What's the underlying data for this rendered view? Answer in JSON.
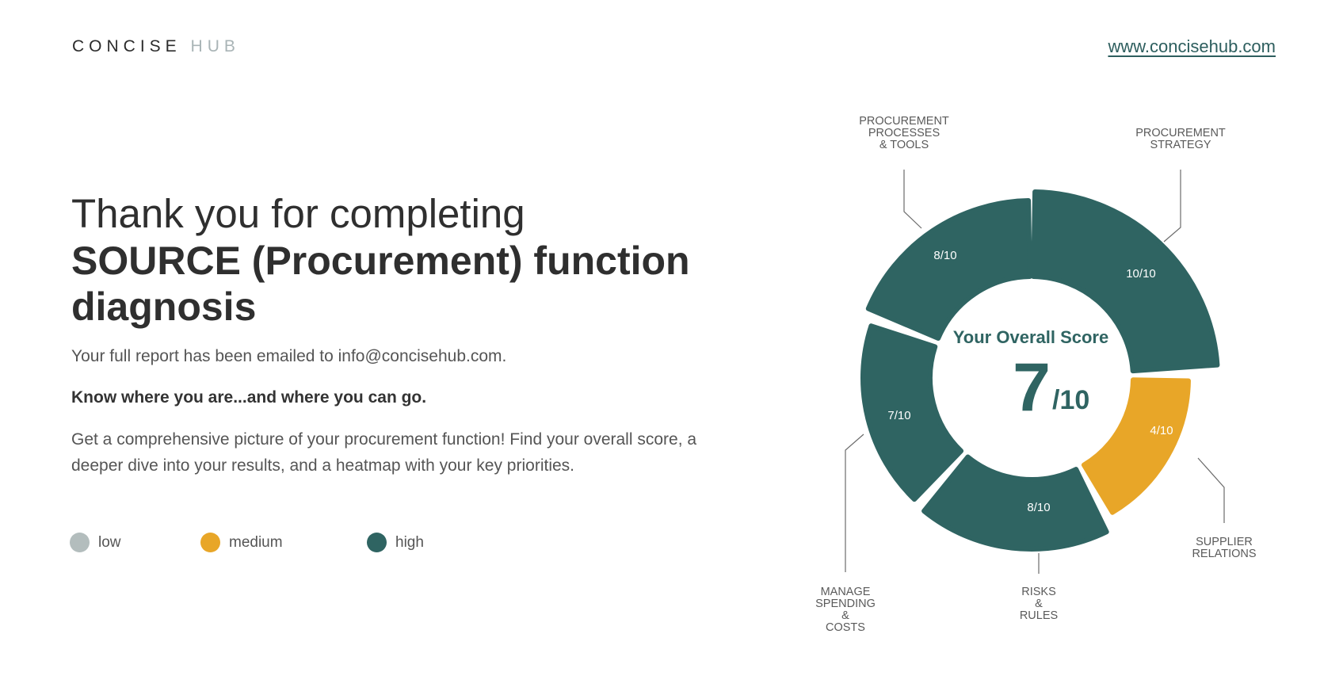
{
  "header": {
    "logo_concise": "CONCISE",
    "logo_hub": "HUB",
    "site_link": "www.concisehub.com"
  },
  "main": {
    "title_line1": "Thank you for completing",
    "title_bold": "SOURCE (Procurement) function diagnosis",
    "paragraph1": "Your full report has been emailed to info@concisehub.com.",
    "paragraph2": "Know where you are...and where you can go.",
    "paragraph3": "Get a comprehensive picture of your procurement function! Find your overall score, a deeper dive into your results, and a heatmap with your key priorities."
  },
  "legend": [
    {
      "label": "low",
      "color": "#b3bdbd"
    },
    {
      "label": "medium",
      "color": "#e8a628"
    },
    {
      "label": "high",
      "color": "#2f6462"
    }
  ],
  "colors": {
    "high": "#2f6462",
    "medium": "#e8a628",
    "low": "#b3bdbd"
  },
  "chart_data": {
    "type": "pie",
    "center_title": "Your Overall Score",
    "overall_score": "7",
    "overall_max": "/10",
    "segments": [
      {
        "category_lines": [
          "PROCUREMENT",
          "STRATEGY"
        ],
        "score_label": "10/10",
        "score": 10,
        "max": 10,
        "level": "high"
      },
      {
        "category_lines": [
          "SUPPLIER",
          "RELATIONS"
        ],
        "score_label": "4/10",
        "score": 4,
        "max": 10,
        "level": "medium"
      },
      {
        "category_lines": [
          "RISKS",
          "&",
          "RULES"
        ],
        "score_label": "8/10",
        "score": 8,
        "max": 10,
        "level": "high"
      },
      {
        "category_lines": [
          "MANAGE",
          "SPENDING",
          "&",
          "COSTS"
        ],
        "score_label": "7/10",
        "score": 7,
        "max": 10,
        "level": "high"
      },
      {
        "category_lines": [
          "PROCUREMENT",
          "PROCESSES",
          "& TOOLS"
        ],
        "score_label": "8/10",
        "score": 8,
        "max": 10,
        "level": "high"
      }
    ]
  }
}
